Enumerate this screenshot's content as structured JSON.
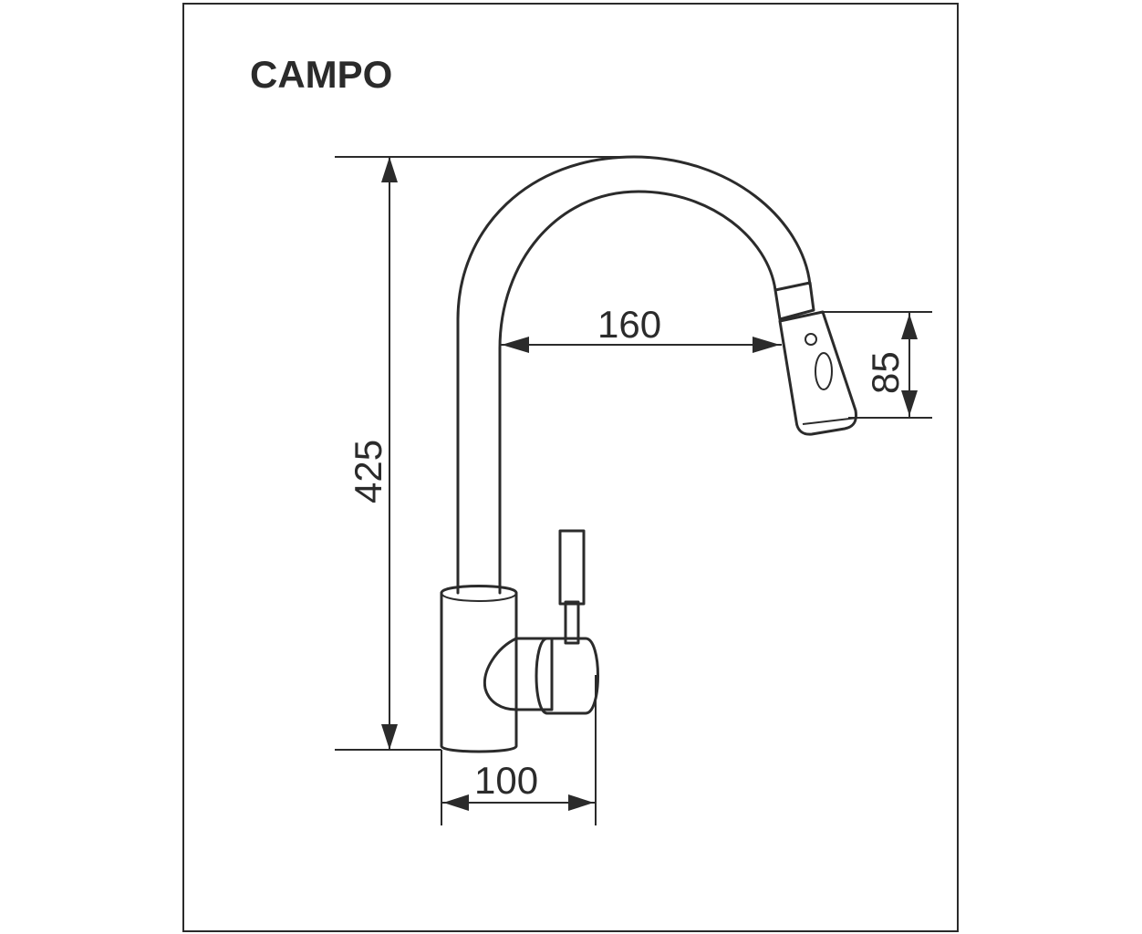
{
  "title": "CAMPO",
  "dimensions": {
    "height": "425",
    "reach": "160",
    "head": "85",
    "base": "100"
  }
}
